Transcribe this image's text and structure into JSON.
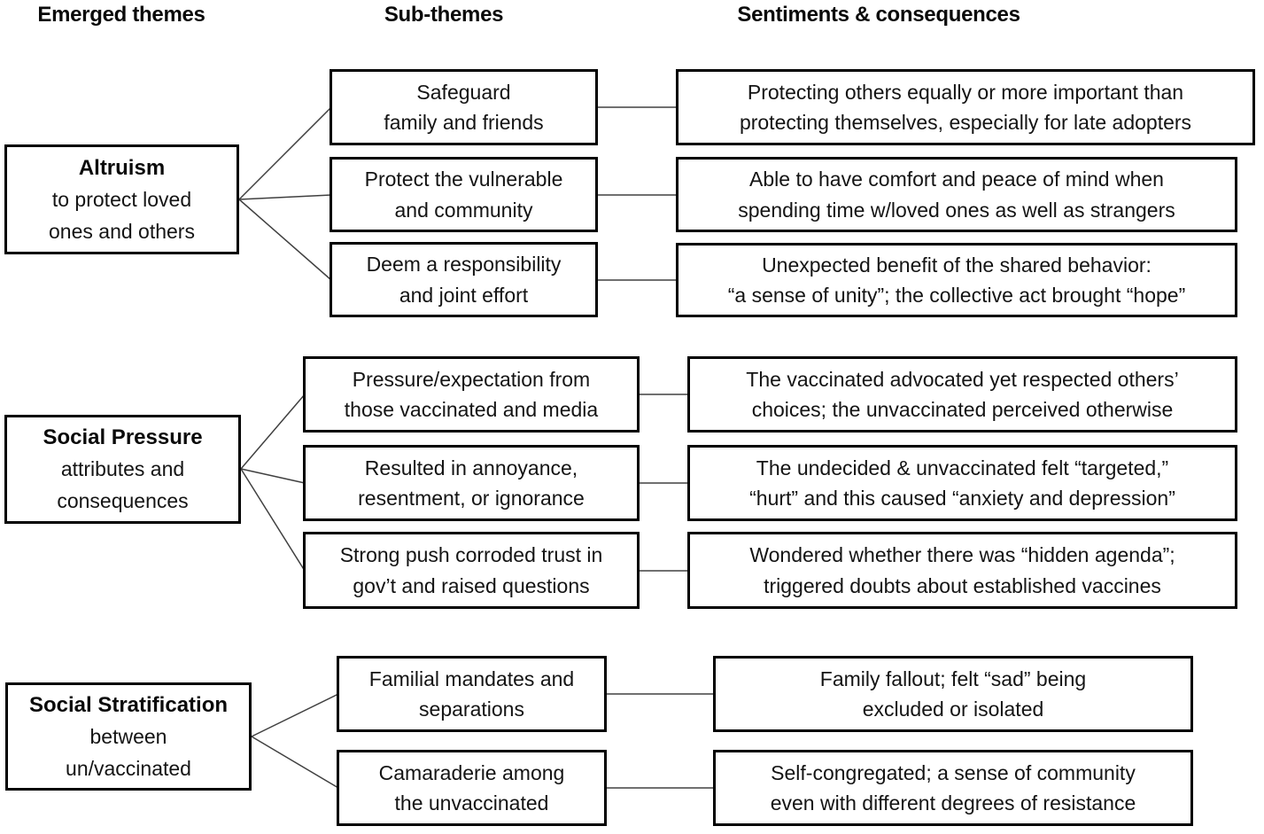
{
  "headers": {
    "emerged_themes": "Emerged themes",
    "sub_themes": "Sub-themes",
    "sentiments": "Sentiments & consequences"
  },
  "groups": [
    {
      "theme": {
        "title": "Altruism",
        "description": "to protect loved\nones and others"
      },
      "rows": [
        {
          "subtheme": "Safeguard\nfamily and friends",
          "sentiment": "Protecting others equally or more important than\nprotecting themselves, especially for late adopters"
        },
        {
          "subtheme": "Protect the vulnerable\nand community",
          "sentiment": "Able to have comfort and peace of mind when\nspending time w/loved ones as well as strangers"
        },
        {
          "subtheme": "Deem a responsibility\nand joint effort",
          "sentiment": "Unexpected benefit of the shared behavior:\n“a sense of unity”; the collective act brought “hope”"
        }
      ]
    },
    {
      "theme": {
        "title": "Social Pressure",
        "description": "attributes and\nconsequences"
      },
      "rows": [
        {
          "subtheme": "Pressure/expectation from\nthose vaccinated and media",
          "sentiment": "The vaccinated advocated yet respected others’\nchoices; the unvaccinated perceived otherwise"
        },
        {
          "subtheme": "Resulted in annoyance,\nresentment, or ignorance",
          "sentiment": "The undecided & unvaccinated felt “targeted,”\n“hurt” and this caused “anxiety and depression”"
        },
        {
          "subtheme": "Strong push corroded trust in\ngov’t and raised questions",
          "sentiment": "Wondered whether there was “hidden agenda”;\ntriggered doubts about established vaccines"
        }
      ]
    },
    {
      "theme": {
        "title": "Social Stratification",
        "description": "between\nun/vaccinated"
      },
      "rows": [
        {
          "subtheme": "Familial mandates and\nseparations",
          "sentiment": "Family fallout; felt “sad” being\nexcluded or isolated"
        },
        {
          "subtheme": "Camaraderie among\nthe unvaccinated",
          "sentiment": "Self-congregated; a sense of community\neven with different degrees of resistance"
        }
      ]
    }
  ],
  "colors": {
    "box_border": "#000000",
    "connector": "#404040",
    "background": "#ffffff",
    "text": "#141414"
  }
}
